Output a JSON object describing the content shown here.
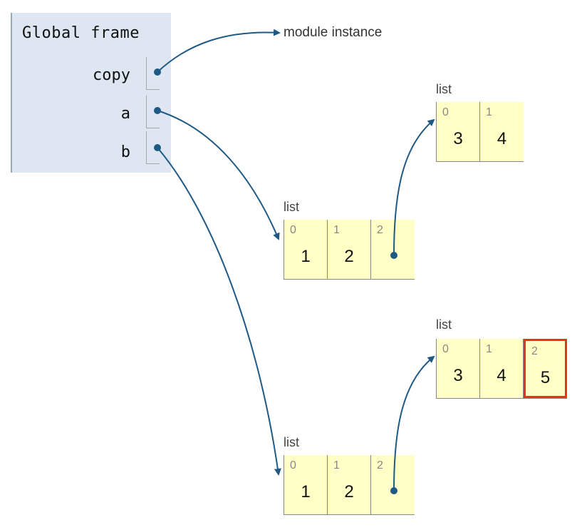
{
  "frame": {
    "title": "Global frame",
    "variables": [
      {
        "name": "copy",
        "points_to": "module instance"
      },
      {
        "name": "a",
        "points_to": "list-a"
      },
      {
        "name": "b",
        "points_to": "list-b"
      }
    ]
  },
  "module": {
    "label": "module instance"
  },
  "lists": {
    "a_inner": {
      "label": "list",
      "cells": [
        {
          "index": "0",
          "value": "3"
        },
        {
          "index": "1",
          "value": "4"
        }
      ]
    },
    "a": {
      "label": "list",
      "cells": [
        {
          "index": "0",
          "value": "1"
        },
        {
          "index": "1",
          "value": "2"
        },
        {
          "index": "2",
          "value": ""
        }
      ]
    },
    "b_inner": {
      "label": "list",
      "cells": [
        {
          "index": "0",
          "value": "3"
        },
        {
          "index": "1",
          "value": "4"
        },
        {
          "index": "2",
          "value": "5"
        }
      ]
    },
    "b": {
      "label": "list",
      "cells": [
        {
          "index": "0",
          "value": "1"
        },
        {
          "index": "1",
          "value": "2"
        },
        {
          "index": "2",
          "value": ""
        }
      ]
    }
  },
  "colors": {
    "arrow": "#1f5a85",
    "frame_bg": "#dde6f1",
    "list_bg": "#ffffc6",
    "highlight": "#e8331c"
  }
}
